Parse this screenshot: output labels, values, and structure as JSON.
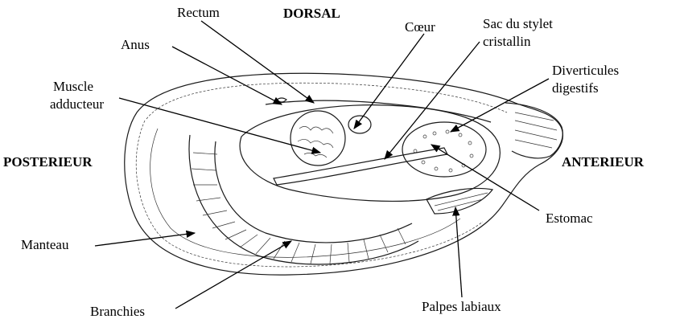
{
  "orientation": {
    "dorsal": "DORSAL",
    "posterior": "POSTERIEUR",
    "anterior": "ANTERIEUR"
  },
  "labels": {
    "rectum": "Rectum",
    "anus": "Anus",
    "adductor_1": "Muscle",
    "adductor_2": "adducteur",
    "heart": "Cœur",
    "style_sac_1": "Sac du stylet",
    "style_sac_2": "cristallin",
    "diverticula_1": "Diverticules",
    "diverticula_2": "digestifs",
    "stomach": "Estomac",
    "mantle": "Manteau",
    "gills": "Branchies",
    "labial_palps": "Palpes labiaux"
  }
}
